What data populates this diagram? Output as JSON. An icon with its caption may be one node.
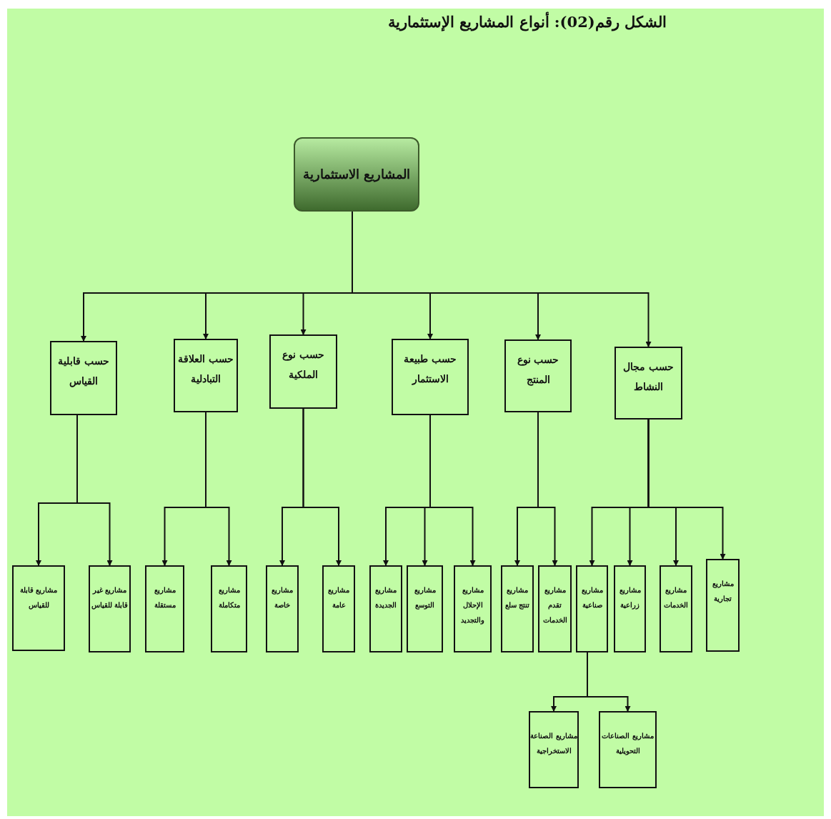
{
  "diagram": {
    "title": "الشكل رقم(02): أنواع المشاريع الإستثمارية",
    "nodes": [
      {
        "text": [
          "المشاريع الاستثمارية"
        ]
      },
      {
        "text": [
          "حسب مجال النشاط"
        ]
      },
      {
        "text": [
          "حسب نوع المنتج"
        ]
      },
      {
        "text": [
          "حسب طبيعة الاستثمار"
        ]
      },
      {
        "text": [
          "حسب نوع الملكية"
        ]
      },
      {
        "text": [
          "حسب العلاقة التبادلية"
        ]
      },
      {
        "text": [
          "حسب قابلية القياس"
        ]
      },
      {
        "text": [
          "مشاريع تجارية"
        ]
      },
      {
        "text": [
          "مشاريع الخدمات"
        ]
      },
      {
        "text": [
          "مشاريع زراعية"
        ]
      },
      {
        "text": [
          "مشاريع صناعية"
        ]
      },
      {
        "text": [
          "مشاريع تقدم الخدمات"
        ]
      },
      {
        "text": [
          "مشاريع تنتج سلع"
        ]
      },
      {
        "text": [
          "مشاريع الإحلال والتجديد"
        ]
      },
      {
        "text": [
          "مشاريع التوسع"
        ]
      },
      {
        "text": [
          "مشاريع الجديدة"
        ]
      },
      {
        "text": [
          "مشاريع عامة"
        ]
      },
      {
        "text": [
          "مشاريع خاصة"
        ]
      },
      {
        "text": [
          "مشاريع متكاملة"
        ]
      },
      {
        "text": [
          "مشاريع مستقلة"
        ]
      },
      {
        "text": [
          "مشاريع غير قابلة للقياس"
        ]
      },
      {
        "text": [
          "مشاريع قابلة للقياس"
        ]
      },
      {
        "text": [
          "مشاريع الصناعات التحويلية"
        ]
      },
      {
        "text": [
          "مشاريع الصناعة الاستخراجية"
        ]
      }
    ],
    "edges": [
      {
        "from": 0,
        "to": 1,
        "arrow": "to"
      },
      {
        "from": 0,
        "to": 2,
        "arrow": "to"
      },
      {
        "from": 0,
        "to": 3,
        "arrow": "to"
      },
      {
        "from": 0,
        "to": 4,
        "arrow": "to"
      },
      {
        "from": 0,
        "to": 5,
        "arrow": "to"
      },
      {
        "from": 0,
        "to": 6,
        "arrow": "to"
      },
      {
        "from": 1,
        "to": 7,
        "arrow": "to"
      },
      {
        "from": 1,
        "to": 8,
        "arrow": "to"
      },
      {
        "from": 1,
        "to": 9,
        "arrow": "to"
      },
      {
        "from": 1,
        "to": 10,
        "arrow": "to"
      },
      {
        "from": 2,
        "to": 11,
        "arrow": "to"
      },
      {
        "from": 2,
        "to": 12,
        "arrow": "to"
      },
      {
        "from": 3,
        "to": 13,
        "arrow": "to"
      },
      {
        "from": 3,
        "to": 14,
        "arrow": "to"
      },
      {
        "from": 3,
        "to": 15,
        "arrow": "to"
      },
      {
        "from": 4,
        "to": 16,
        "arrow": "to"
      },
      {
        "from": 4,
        "to": 17,
        "arrow": "to"
      },
      {
        "from": 5,
        "to": 18,
        "arrow": "to"
      },
      {
        "from": 5,
        "to": 19,
        "arrow": "to"
      },
      {
        "from": 6,
        "to": 20,
        "arrow": "to"
      },
      {
        "from": 6,
        "to": 21,
        "arrow": "to"
      },
      {
        "from": 10,
        "to": 22,
        "arrow": "to"
      },
      {
        "from": 10,
        "to": 23,
        "arrow": "to"
      }
    ]
  }
}
